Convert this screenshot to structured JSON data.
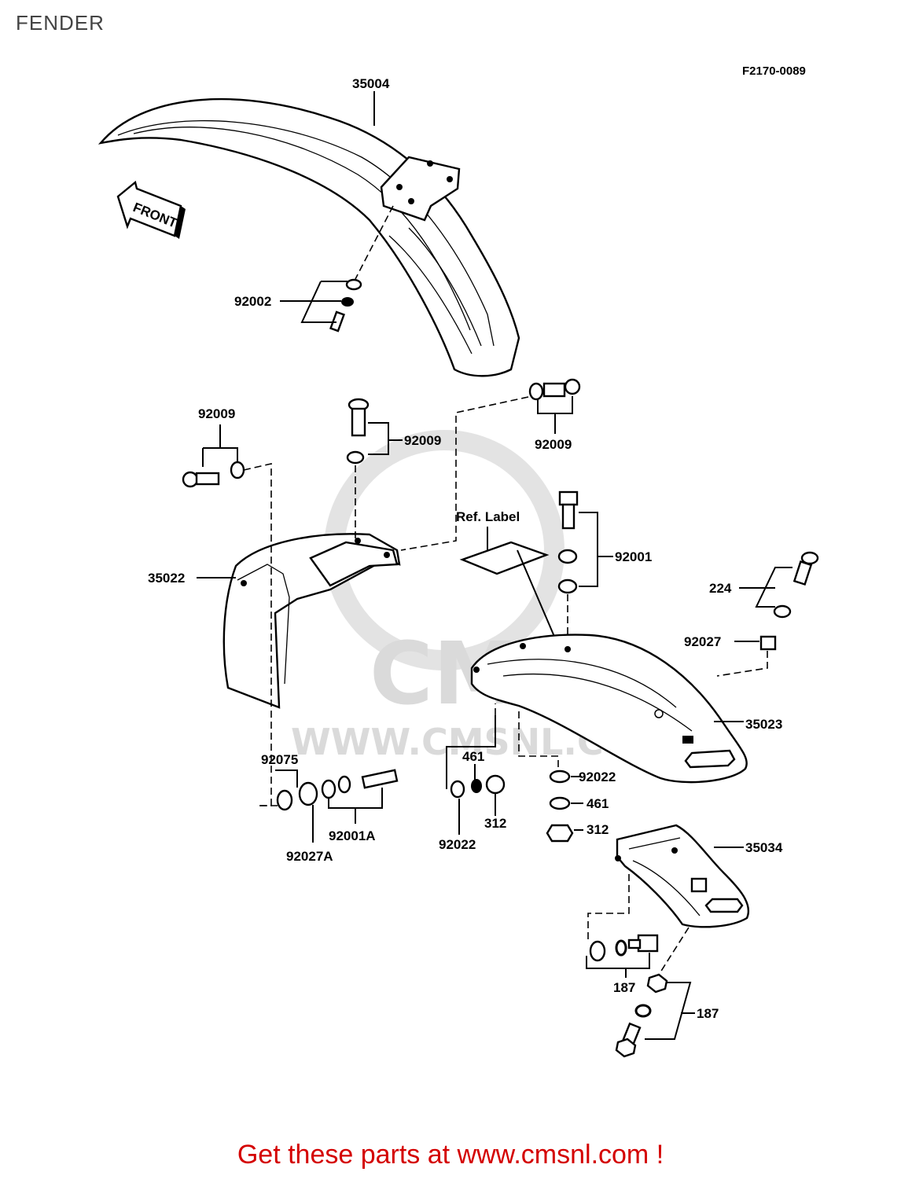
{
  "page": {
    "title": "FENDER",
    "drawing_code": "F2170-0089"
  },
  "footer": {
    "text": "Get these parts at www.cmsnl.com !"
  },
  "watermark": {
    "brand": "CMS",
    "url": "WWW.CMSNL.COM"
  },
  "direction": {
    "label": "FRONT"
  },
  "ref_label": "Ref. Label",
  "callouts": {
    "c35004": "35004",
    "c92002": "92002",
    "c92009_left": "92009",
    "c92009_mid": "92009",
    "c92009_right": "92009",
    "c35022": "35022",
    "c92001": "92001",
    "c224": "224",
    "c92027": "92027",
    "c35023": "35023",
    "c92075": "92075",
    "c92001A": "92001A",
    "c92027A": "92027A",
    "c461_left": "461",
    "c312_left": "312",
    "c92022_left": "92022",
    "c92022_right": "92022",
    "c461_right": "461",
    "c312_right": "312",
    "c35034": "35034",
    "c187_upper": "187",
    "c187_lower": "187"
  }
}
